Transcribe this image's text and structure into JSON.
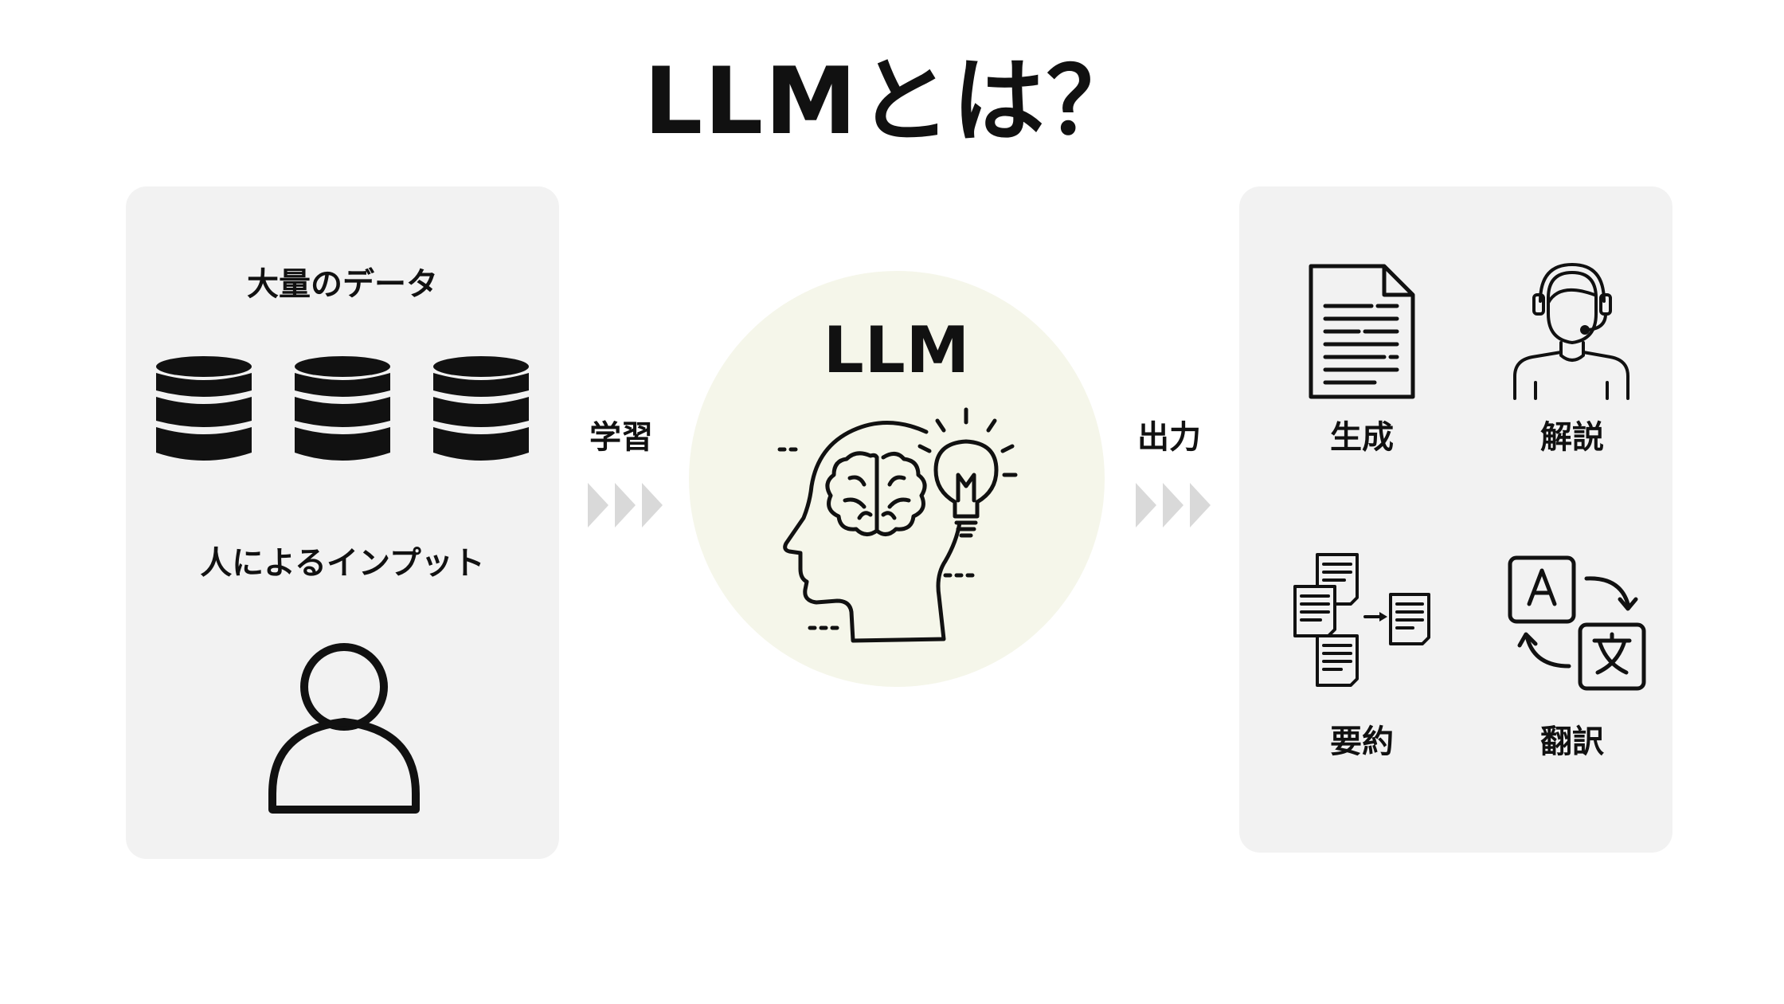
{
  "title": "LLMとは？",
  "input_panel": {
    "data_label": "大量のデータ",
    "human_label": "人によるインプット",
    "icons": [
      "database-icon",
      "database-icon",
      "database-icon",
      "person-icon"
    ]
  },
  "flow": {
    "learn_label": "学習",
    "output_label": "出力"
  },
  "center": {
    "label": "LLM",
    "icon": "head-brain-lightbulb-icon",
    "background_color": "#f5f6ea"
  },
  "output_panel": {
    "items": [
      {
        "label": "生成",
        "icon": "document-icon"
      },
      {
        "label": "解説",
        "icon": "support-agent-icon"
      },
      {
        "label": "要約",
        "icon": "documents-summary-icon"
      },
      {
        "label": "翻訳",
        "icon": "translate-icon"
      }
    ]
  },
  "colors": {
    "panel": "#f2f2f2",
    "text": "#111111",
    "chevron": "#d9d9d9"
  }
}
